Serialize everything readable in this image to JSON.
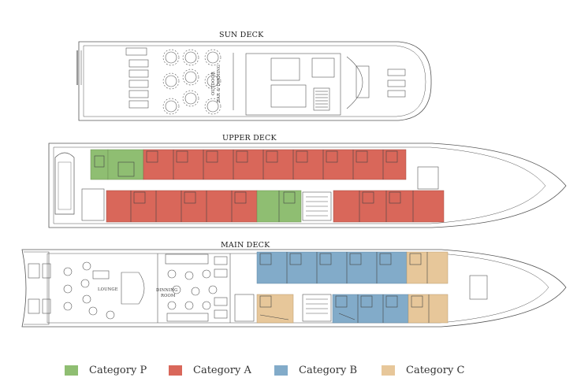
{
  "decks": {
    "sun": {
      "title": "SUN DECK",
      "area_label_1": "OUTDOOR",
      "area_label_2": "BAR & DINNING"
    },
    "upper": {
      "title": "UPPER DECK"
    },
    "main": {
      "title": "MAIN DECK",
      "lounge_label": "LOUNGE",
      "dining_label_1": "DINNING",
      "dining_label_2": "ROOM"
    }
  },
  "legend": [
    {
      "key": "P",
      "label": "Category  P",
      "color": "#8fbe72"
    },
    {
      "key": "A",
      "label": "Category  A",
      "color": "#d9675a"
    },
    {
      "key": "B",
      "label": "Category  B",
      "color": "#82abc9"
    },
    {
      "key": "C",
      "label": "Category  C",
      "color": "#e7c79a"
    }
  ],
  "colors": {
    "outline": "#555555",
    "fixture": "#777777"
  }
}
